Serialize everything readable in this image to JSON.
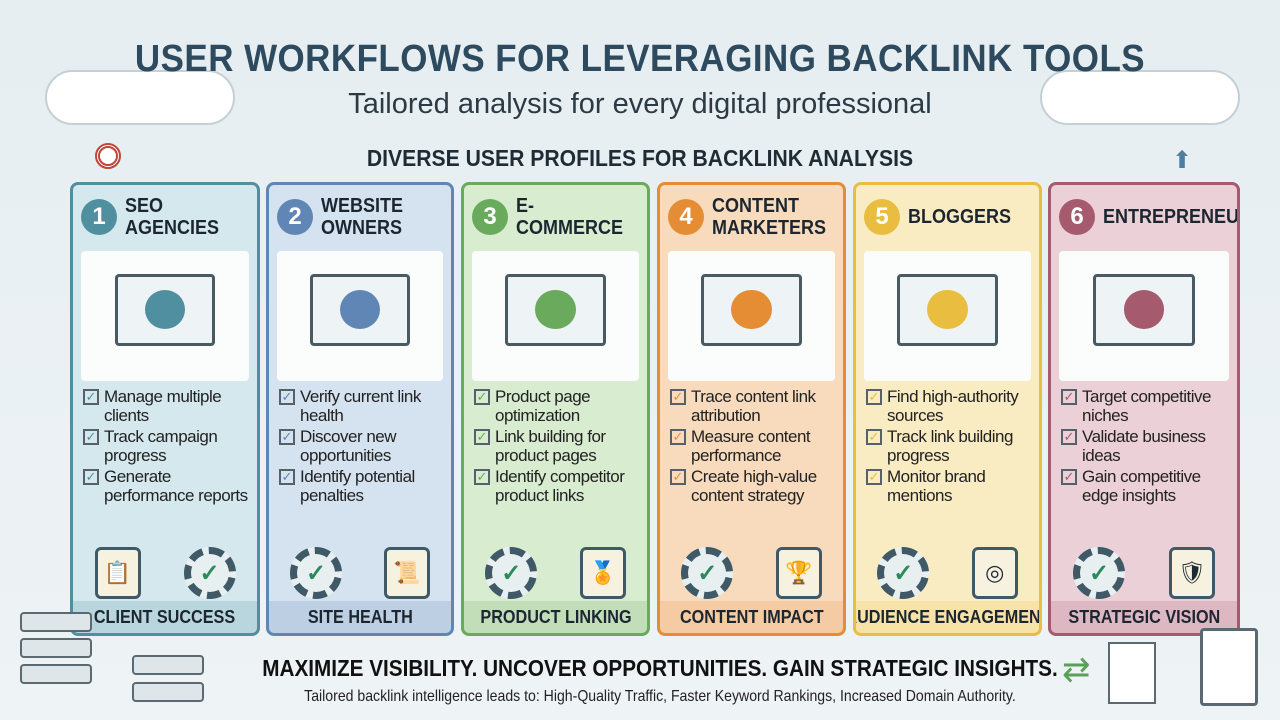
{
  "header": {
    "title": "USER WORKFLOWS FOR LEVERAGING BACKLINK TOOLS",
    "subtitle": "Tailored analysis for every digital professional",
    "section": "DIVERSE USER PROFILES FOR BACKLINK ANALYSIS"
  },
  "profiles": [
    {
      "number": "1",
      "name": "SEO AGENCIES",
      "color": "#4f8fa0",
      "bg": "#d4e8ee",
      "illustration": "person-at-laptop-with-dashboards",
      "bullets": [
        "Manage multiple clients",
        "Track campaign progress",
        "Generate performance reports"
      ],
      "icons": [
        "clipboard-gear-icon",
        "gear-check-icon"
      ],
      "footer": "CLIENT SUCCESS"
    },
    {
      "number": "2",
      "name": "WEBSITE OWNERS",
      "color": "#5f86b4",
      "bg": "#d5e2ef",
      "illustration": "laptop-globe-magnifier",
      "bullets": [
        "Verify current link health",
        "Discover new opportunities",
        "Identify potential penalties"
      ],
      "icons": [
        "gear-check-icon",
        "certificate-icon"
      ],
      "footer": "SITE HEALTH"
    },
    {
      "number": "3",
      "name": "E-COMMERCE",
      "color": "#6aaa5c",
      "bg": "#d8ecd0",
      "illustration": "servers-cart-code",
      "bullets": [
        "Product page optimization",
        "Link building for product pages",
        "Identify competitor product links"
      ],
      "icons": [
        "gear-check-icon",
        "award-ribbon-icon"
      ],
      "footer": "PRODUCT LINKING"
    },
    {
      "number": "4",
      "name": "CONTENT MARKETERS",
      "color": "#e58d35",
      "bg": "#f8dbbd",
      "illustration": "linked-pages-flow",
      "bullets": [
        "Trace content link attribution",
        "Measure content performance",
        "Create high-value content strategy"
      ],
      "icons": [
        "gear-check-icon",
        "trophy-icon"
      ],
      "footer": "CONTENT IMPACT"
    },
    {
      "number": "5",
      "name": "BLOGGERS",
      "color": "#e9bd3f",
      "bg": "#faecc2",
      "illustration": "documents-pencil-cloud",
      "bullets": [
        "Find high-authority sources",
        "Track link building progress",
        "Monitor brand mentions"
      ],
      "icons": [
        "gear-check-icon",
        "target-icon"
      ],
      "footer": "AUDIENCE ENGAGEMENT"
    },
    {
      "number": "6",
      "name": "ENTREPRENEURS",
      "color": "#a55a6e",
      "bg": "#ebd0d7",
      "illustration": "team-meeting-chart",
      "bullets": [
        "Target competitive niches",
        "Validate business ideas",
        "Gain competitive edge insights"
      ],
      "icons": [
        "gear-check-icon",
        "shield-check-icon"
      ],
      "footer": "STRATEGIC VISION"
    }
  ],
  "footer": {
    "tagline": "MAXIMIZE VISIBILITY. UNCOVER OPPORTUNITIES. GAIN STRATEGIC INSIGHTS.",
    "subline": "Tailored backlink intelligence leads to: High-Quality Traffic, Faster Keyword Rankings, Increased Domain Authority."
  }
}
